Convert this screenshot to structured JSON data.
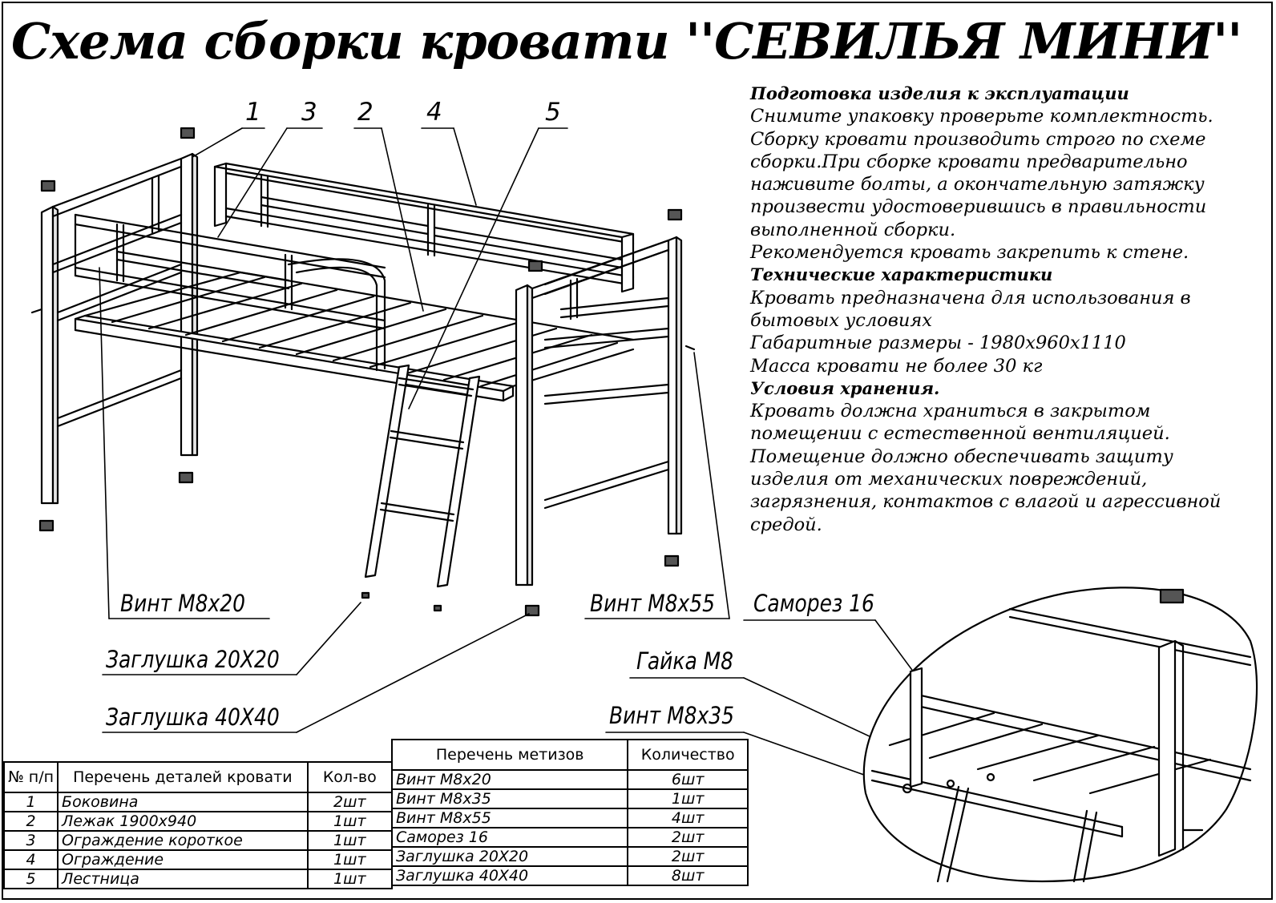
{
  "title": "Схема сборки кровати ''СЕВИЛЬЯ МИНИ''",
  "instructions": [
    {
      "text": "Подготовка изделия к эксплуатации",
      "bold": true
    },
    {
      "text": "Снимите упаковку проверьте комплектность.",
      "bold": false
    },
    {
      "text": "Сборку кровати производить строго по схеме",
      "bold": false
    },
    {
      "text": "сборки.При сборке кровати  предварительно",
      "bold": false
    },
    {
      "text": "наживите  болты, а окончательную затяжку",
      "bold": false
    },
    {
      "text": "произвести удостоверившись в правильности",
      "bold": false
    },
    {
      "text": "выполненной сборки.",
      "bold": false
    },
    {
      "text": "Рекомендуется кровать закрепить к стене.",
      "bold": false
    },
    {
      "text": " Технические характеристики",
      "bold": true
    },
    {
      "text": "Кровать предназначена для использования в",
      "bold": false
    },
    {
      "text": "бытовых условиях",
      "bold": false
    },
    {
      "text": "Габаритные размеры - 1980х960х1110",
      "bold": false
    },
    {
      "text": "Масса кровати не более 30 кг",
      "bold": false
    },
    {
      "text": " Условия хранения.",
      "bold": true
    },
    {
      "text": "Кровать должна храниться в закрытом",
      "bold": false
    },
    {
      "text": "помещении с естественной вентиляцией.",
      "bold": false
    },
    {
      "text": "Помещение должно обеспечивать защиту",
      "bold": false
    },
    {
      "text": "изделия от механических повреждений,",
      "bold": false
    },
    {
      "text": "загрязнения, контактов с влагой и агрессивной",
      "bold": false
    },
    {
      "text": "средой.",
      "bold": false
    }
  ],
  "callouts": {
    "part1": "1",
    "part3": "3",
    "part2": "2",
    "part4": "4",
    "part5": "5",
    "screw_m8x20": "Винт М8х20",
    "plug_20x20": "Заглушка 20Х20",
    "plug_40x40": "Заглушка 40Х40",
    "screw_m8x55": "Винт М8х55",
    "self_tapping_16": "Саморез 16",
    "nut_m8": "Гайка М8",
    "screw_m8x35": "Винт М8х35"
  },
  "parts_table": {
    "headers": [
      "№ п/п",
      "Перечень деталей кровати",
      "Кол-во"
    ],
    "rows": [
      [
        "1",
        "Боковина",
        "2шт"
      ],
      [
        "2",
        "Лежак 1900х940",
        "1шт"
      ],
      [
        "3",
        "Ограждение короткое",
        "1шт"
      ],
      [
        "4",
        "Ограждение",
        "1шт"
      ],
      [
        "5",
        "Лестница",
        "1шт"
      ]
    ]
  },
  "hardware_table": {
    "headers": [
      "Перечень метизов",
      "Количество"
    ],
    "rows": [
      [
        "Винт М8х20",
        "6шт"
      ],
      [
        "Винт М8х35",
        "1шт"
      ],
      [
        "Винт М8х55",
        "4шт"
      ],
      [
        "Саморез 16",
        "2шт"
      ],
      [
        "Заглушка 20Х20",
        "2шт"
      ],
      [
        "Заглушка 40Х40",
        "8шт"
      ]
    ]
  }
}
